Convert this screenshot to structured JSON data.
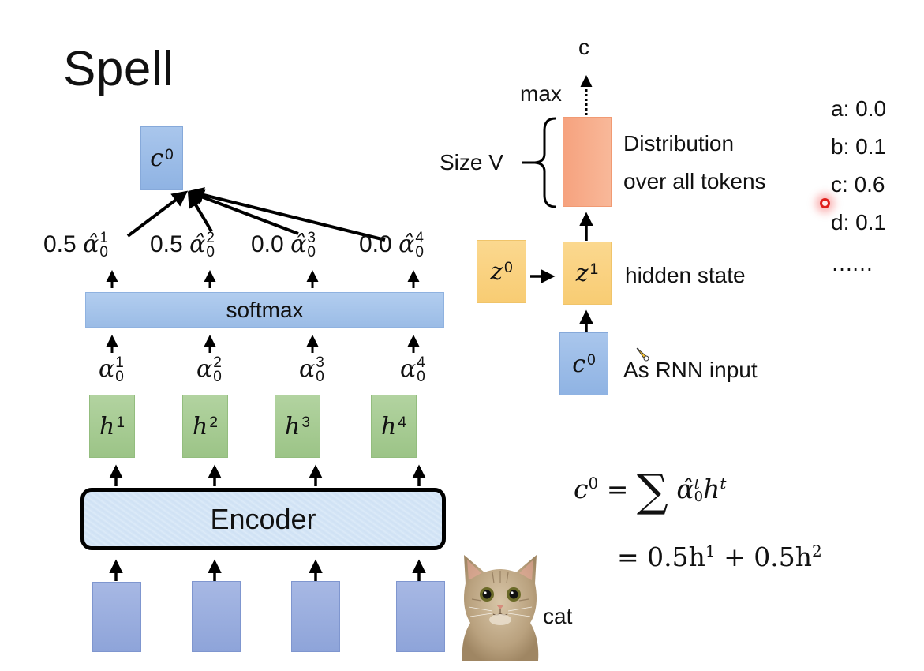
{
  "slide": {
    "title": "Spell"
  },
  "attention": {
    "context_vector": {
      "symbol": "c",
      "sup": "0"
    },
    "normalized_weights": [
      {
        "value": "0.5",
        "symbol": "α̂",
        "sup": "1",
        "sub": "0"
      },
      {
        "value": "0.5",
        "symbol": "α̂",
        "sup": "2",
        "sub": "0"
      },
      {
        "value": "0.0",
        "symbol": "α̂",
        "sup": "3",
        "sub": "0"
      },
      {
        "value": "0.0",
        "symbol": "α̂",
        "sup": "4",
        "sub": "0"
      }
    ],
    "softmax_label": "softmax",
    "raw_scores": [
      {
        "symbol": "α",
        "sup": "1",
        "sub": "0"
      },
      {
        "symbol": "α",
        "sup": "2",
        "sub": "0"
      },
      {
        "symbol": "α",
        "sup": "3",
        "sub": "0"
      },
      {
        "symbol": "α",
        "sup": "4",
        "sub": "0"
      }
    ],
    "hidden_vectors": [
      {
        "symbol": "h",
        "sup": "1"
      },
      {
        "symbol": "h",
        "sup": "2"
      },
      {
        "symbol": "h",
        "sup": "3"
      },
      {
        "symbol": "h",
        "sup": "4"
      }
    ],
    "encoder_label": "Encoder",
    "input_frames": 4,
    "input_label": "cat"
  },
  "decoder": {
    "output_token": "c",
    "max_label": "max",
    "size_label": "Size V",
    "distribution_label_line1": "Distribution",
    "distribution_label_line2": "over all tokens",
    "z0": {
      "symbol": "z",
      "sup": "0"
    },
    "z1": {
      "symbol": "z",
      "sup": "1"
    },
    "hidden_state_label": "hidden state",
    "input_vector": {
      "symbol": "c",
      "sup": "0"
    },
    "rnn_input_label": "As RNN input"
  },
  "token_probabilities": [
    {
      "token": "a",
      "prob": "0.0"
    },
    {
      "token": "b",
      "prob": "0.1"
    },
    {
      "token": "c",
      "prob": "0.6"
    },
    {
      "token": "d",
      "prob": "0.1"
    }
  ],
  "token_more": "……",
  "equation": {
    "line1_lhs": "c",
    "line1_lhs_sup": "0",
    "line1_eq": "=",
    "line1_sigma": "∑",
    "line1_term": "α̂",
    "line1_term_sup": "t",
    "line1_term_sub": "0",
    "line1_h": "h",
    "line1_h_sup": "t",
    "line2": "= 0.5h",
    "line2_sup1": "1",
    "line2_mid": " + 0.5h",
    "line2_sup2": "2"
  },
  "icons": {
    "cat_image": "cat-photo",
    "cursor": "red-pointer-dot",
    "pen": "pencil-cursor"
  }
}
